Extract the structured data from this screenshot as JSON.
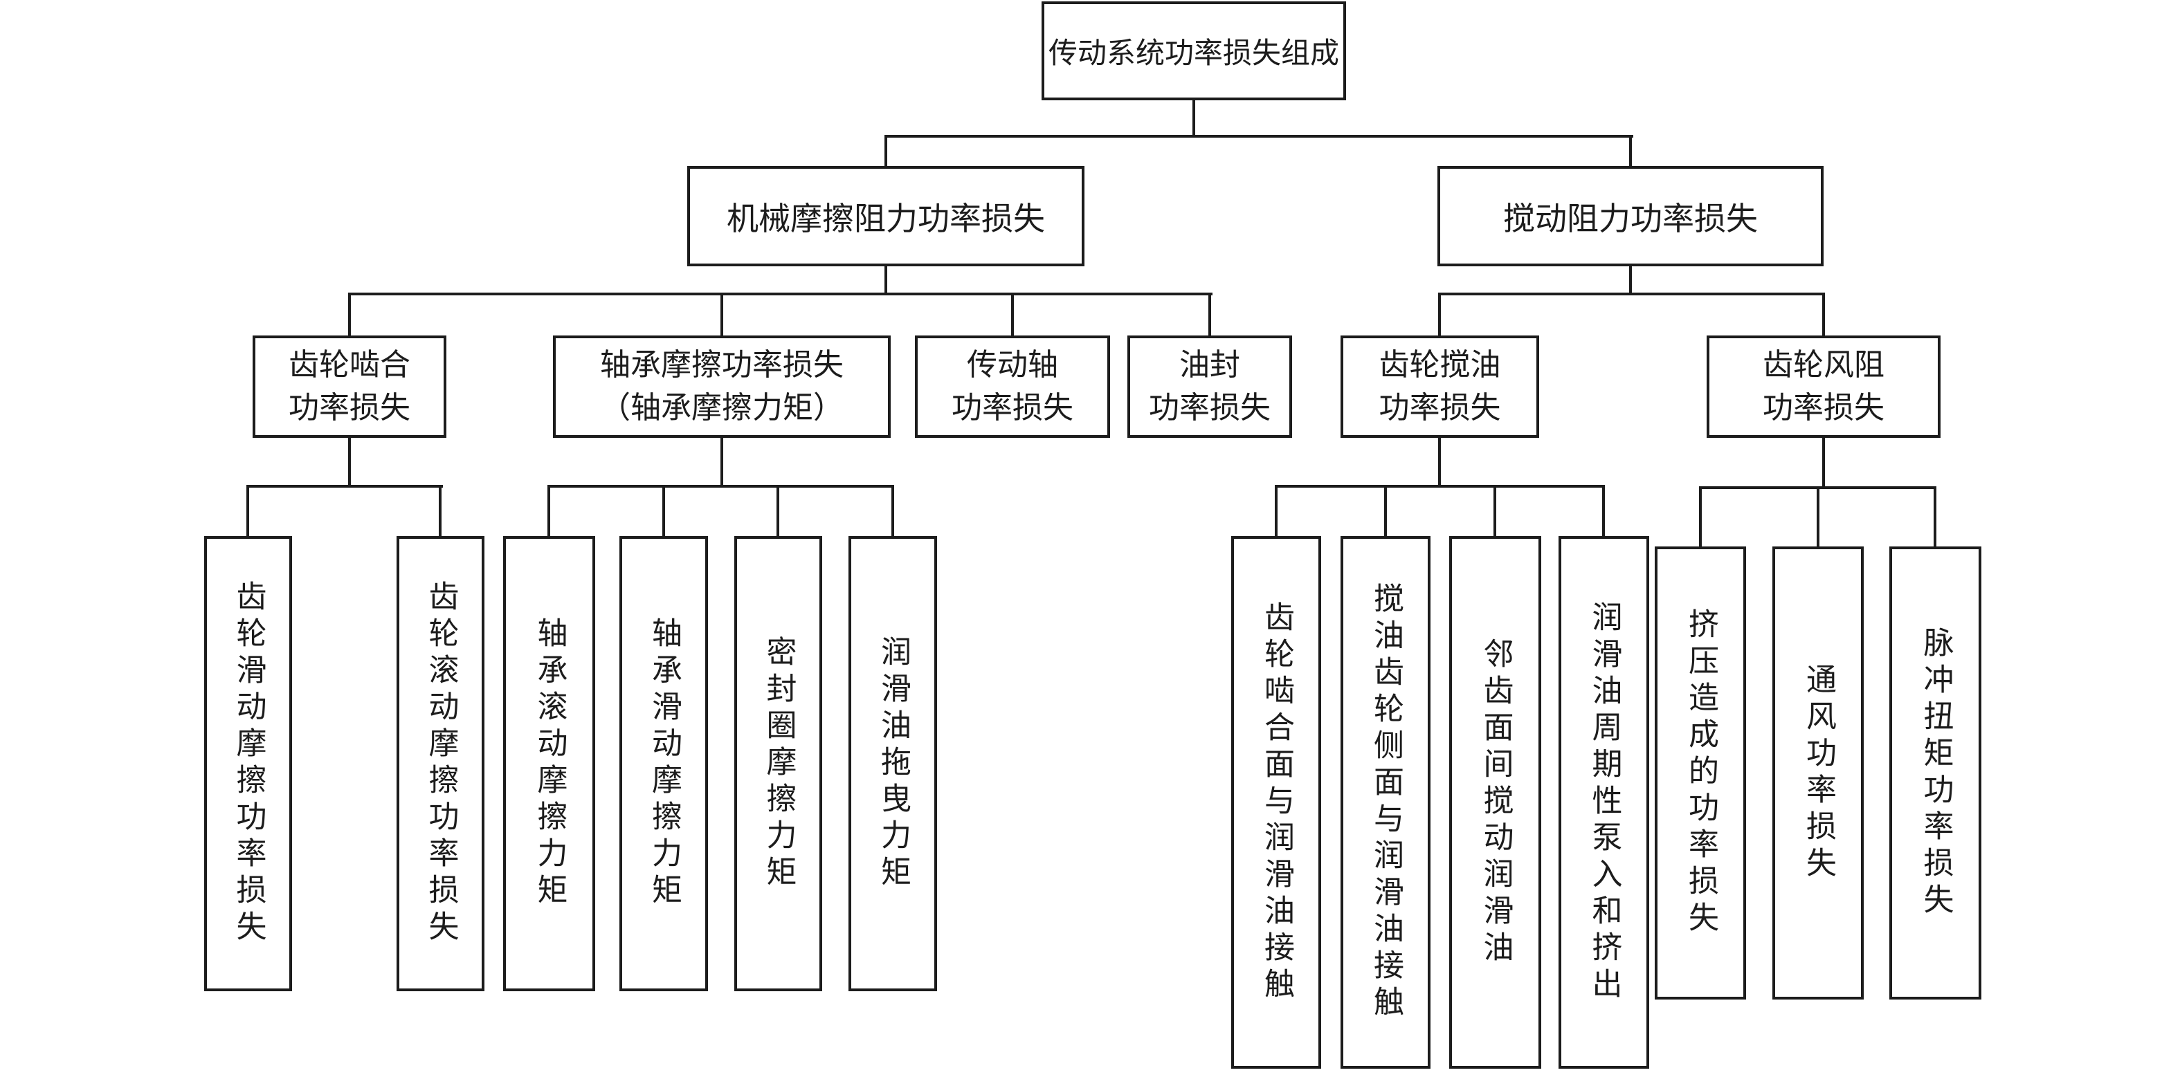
{
  "diagram": {
    "title": "传动系统功率损失组成",
    "root": {
      "label": "传动系统功率损失组成"
    },
    "level2": [
      {
        "id": "mechanical",
        "label": "机械摩擦阻力功率损失"
      },
      {
        "id": "churning",
        "label": "搅动阻力功率损失"
      }
    ],
    "level3": [
      {
        "id": "gear-mesh",
        "line1": "齿轮啮合",
        "line2": "功率损失"
      },
      {
        "id": "bearing",
        "line1": "轴承摩擦功率损失",
        "line2": "（轴承摩擦力矩）"
      },
      {
        "id": "shaft",
        "line1": "传动轴",
        "line2": "功率损失"
      },
      {
        "id": "oil-seal",
        "line1": "油封",
        "line2": "功率损失"
      },
      {
        "id": "gear-churn",
        "line1": "齿轮搅油",
        "line2": "功率损失"
      },
      {
        "id": "windage",
        "line1": "齿轮风阻",
        "line2": "功率损失"
      }
    ],
    "leaves": [
      {
        "id": "gear-sliding",
        "label": "齿轮滑动摩擦功率损失"
      },
      {
        "id": "gear-rolling",
        "label": "齿轮滚动摩擦功率损失"
      },
      {
        "id": "bearing-rolling",
        "label": "轴承滚动摩擦力矩"
      },
      {
        "id": "bearing-sliding",
        "label": "轴承滑动摩擦力矩"
      },
      {
        "id": "seal-ring",
        "label": "密封圈摩擦力矩"
      },
      {
        "id": "lubricant-drag",
        "label": "润滑油拖曳力矩"
      },
      {
        "id": "mesh-contact",
        "label": "齿轮啮合面与润滑油接触"
      },
      {
        "id": "side-contact",
        "label": "搅油齿轮侧面与润滑油接触"
      },
      {
        "id": "adjacent-teeth",
        "label": "邻齿面间搅动润滑油"
      },
      {
        "id": "periodic-pumping",
        "label": "润滑油周期性泵入和挤出"
      },
      {
        "id": "squeeze",
        "label": "挤压造成的功率损失"
      },
      {
        "id": "ventilation",
        "label": "通风功率损失"
      },
      {
        "id": "pulse-torque",
        "label": "脉冲扭矩功率损失"
      }
    ],
    "colors": {
      "line": "#1c1c1c",
      "background": "#ffffff"
    }
  }
}
